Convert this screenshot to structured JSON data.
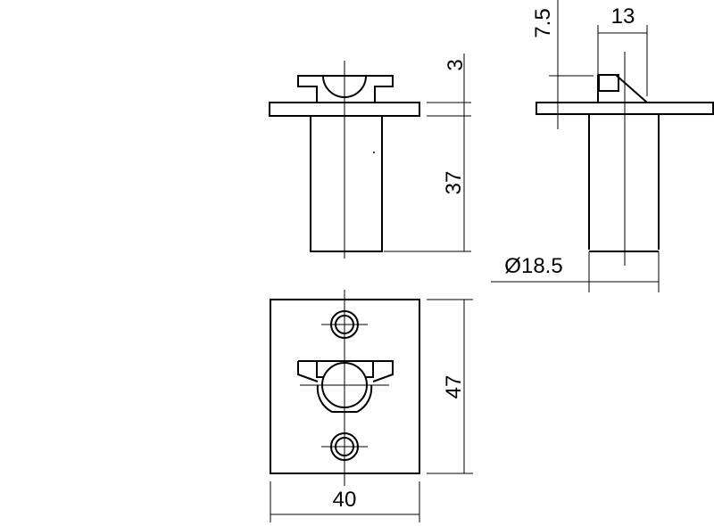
{
  "dimensions": {
    "flange_thickness": "3",
    "body_length": "37",
    "latch_offset": "7.5",
    "latch_width": "13",
    "body_diameter": "Ø18.5",
    "plate_height": "47",
    "plate_width": "40"
  },
  "colors": {
    "line": "#000000",
    "background": "#ffffff"
  }
}
